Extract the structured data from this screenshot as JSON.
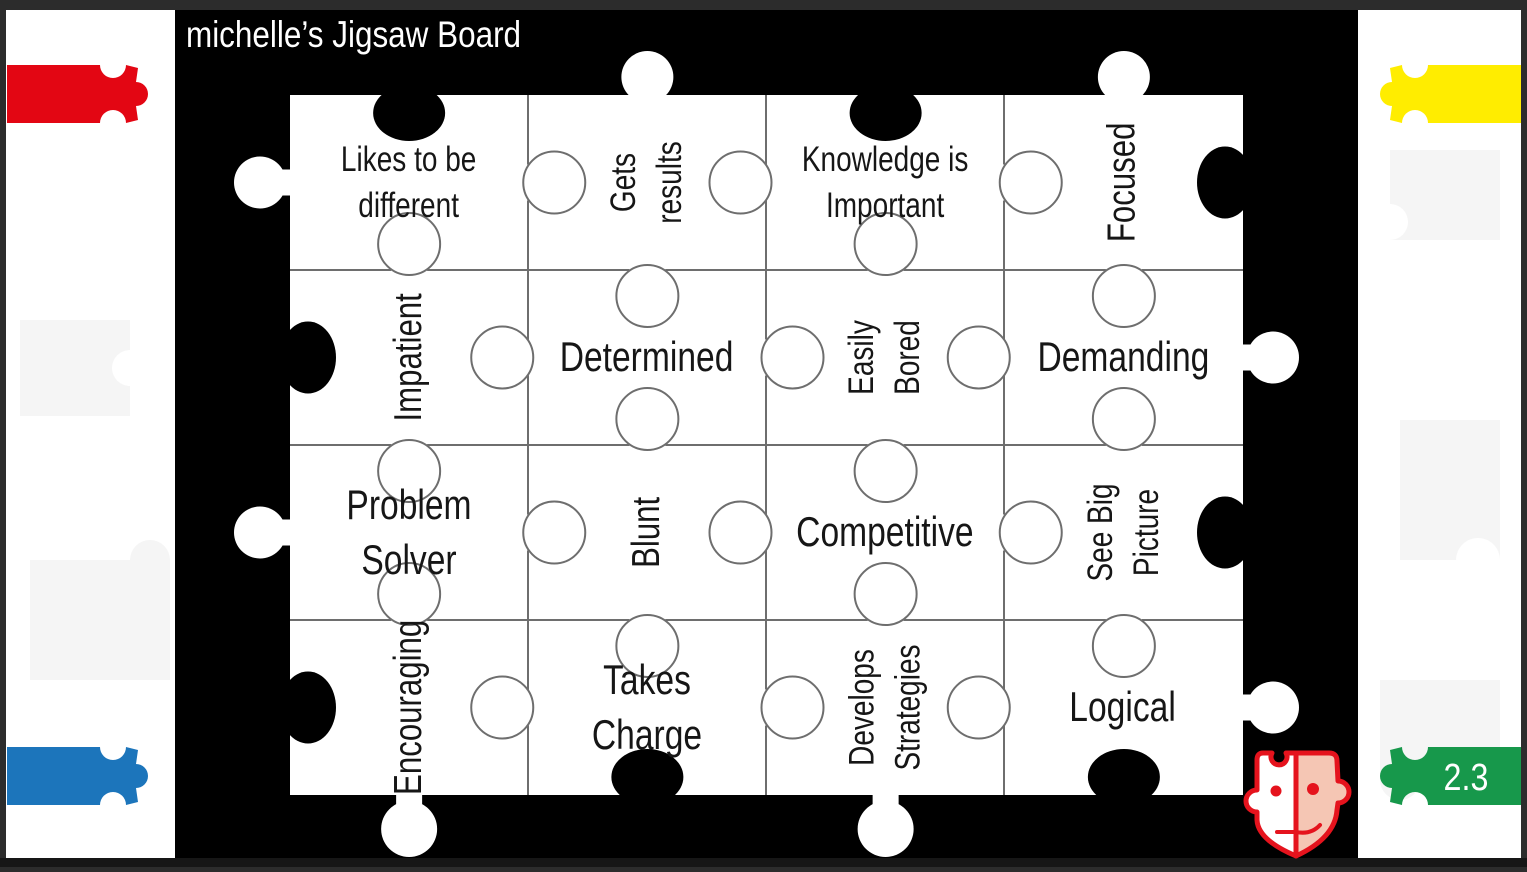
{
  "title": "michelle’s Jigsaw Board",
  "board": {
    "rows": 4,
    "cols": 4,
    "pieces": [
      {
        "line1": "Likes to be",
        "line2": "different",
        "rotated": false
      },
      {
        "line1": "Gets",
        "line2": "results",
        "rotated": true
      },
      {
        "line1": "Knowledge is",
        "line2": "Important",
        "rotated": false
      },
      {
        "line1": "Focused",
        "rotated": true
      },
      {
        "line1": "Impatient",
        "rotated": true
      },
      {
        "line1": "Determined",
        "rotated": false
      },
      {
        "line1": "Easily",
        "line2": "Bored",
        "rotated": true
      },
      {
        "line1": "Demanding",
        "rotated": false
      },
      {
        "line1": "Problem Solver",
        "rotated": false
      },
      {
        "line1": "Blunt",
        "rotated": true
      },
      {
        "line1": "Competitive",
        "rotated": false
      },
      {
        "line1": "See Big",
        "line2": "Picture",
        "rotated": true
      },
      {
        "line1": "Encouraging",
        "rotated": true
      },
      {
        "line1": "Takes Charge",
        "rotated": false
      },
      {
        "line1": "Develops",
        "line2": "Strategies",
        "rotated": true
      },
      {
        "line1": "Logical",
        "rotated": false
      }
    ]
  },
  "badge": {
    "version": "2.3"
  },
  "colors": {
    "frame": "#2c2c2c",
    "board_bg": "#000000",
    "panel": "#ffffff",
    "grid_line": "#6e6e6e",
    "piece_fill": "#ffffff",
    "label_text": "#161616",
    "title_text": "#ffffff",
    "watermark": "#f5f5f5",
    "bottom_strip": "#161616"
  },
  "corner_pieces": {
    "red": "#e30613",
    "blue": "#1c75bb",
    "yellow": "#ffed00",
    "green": "#17984b"
  },
  "logo": {
    "outline": "#e5131d",
    "left_fill": "#ffffff",
    "right_fill": "#f5c6b4"
  }
}
